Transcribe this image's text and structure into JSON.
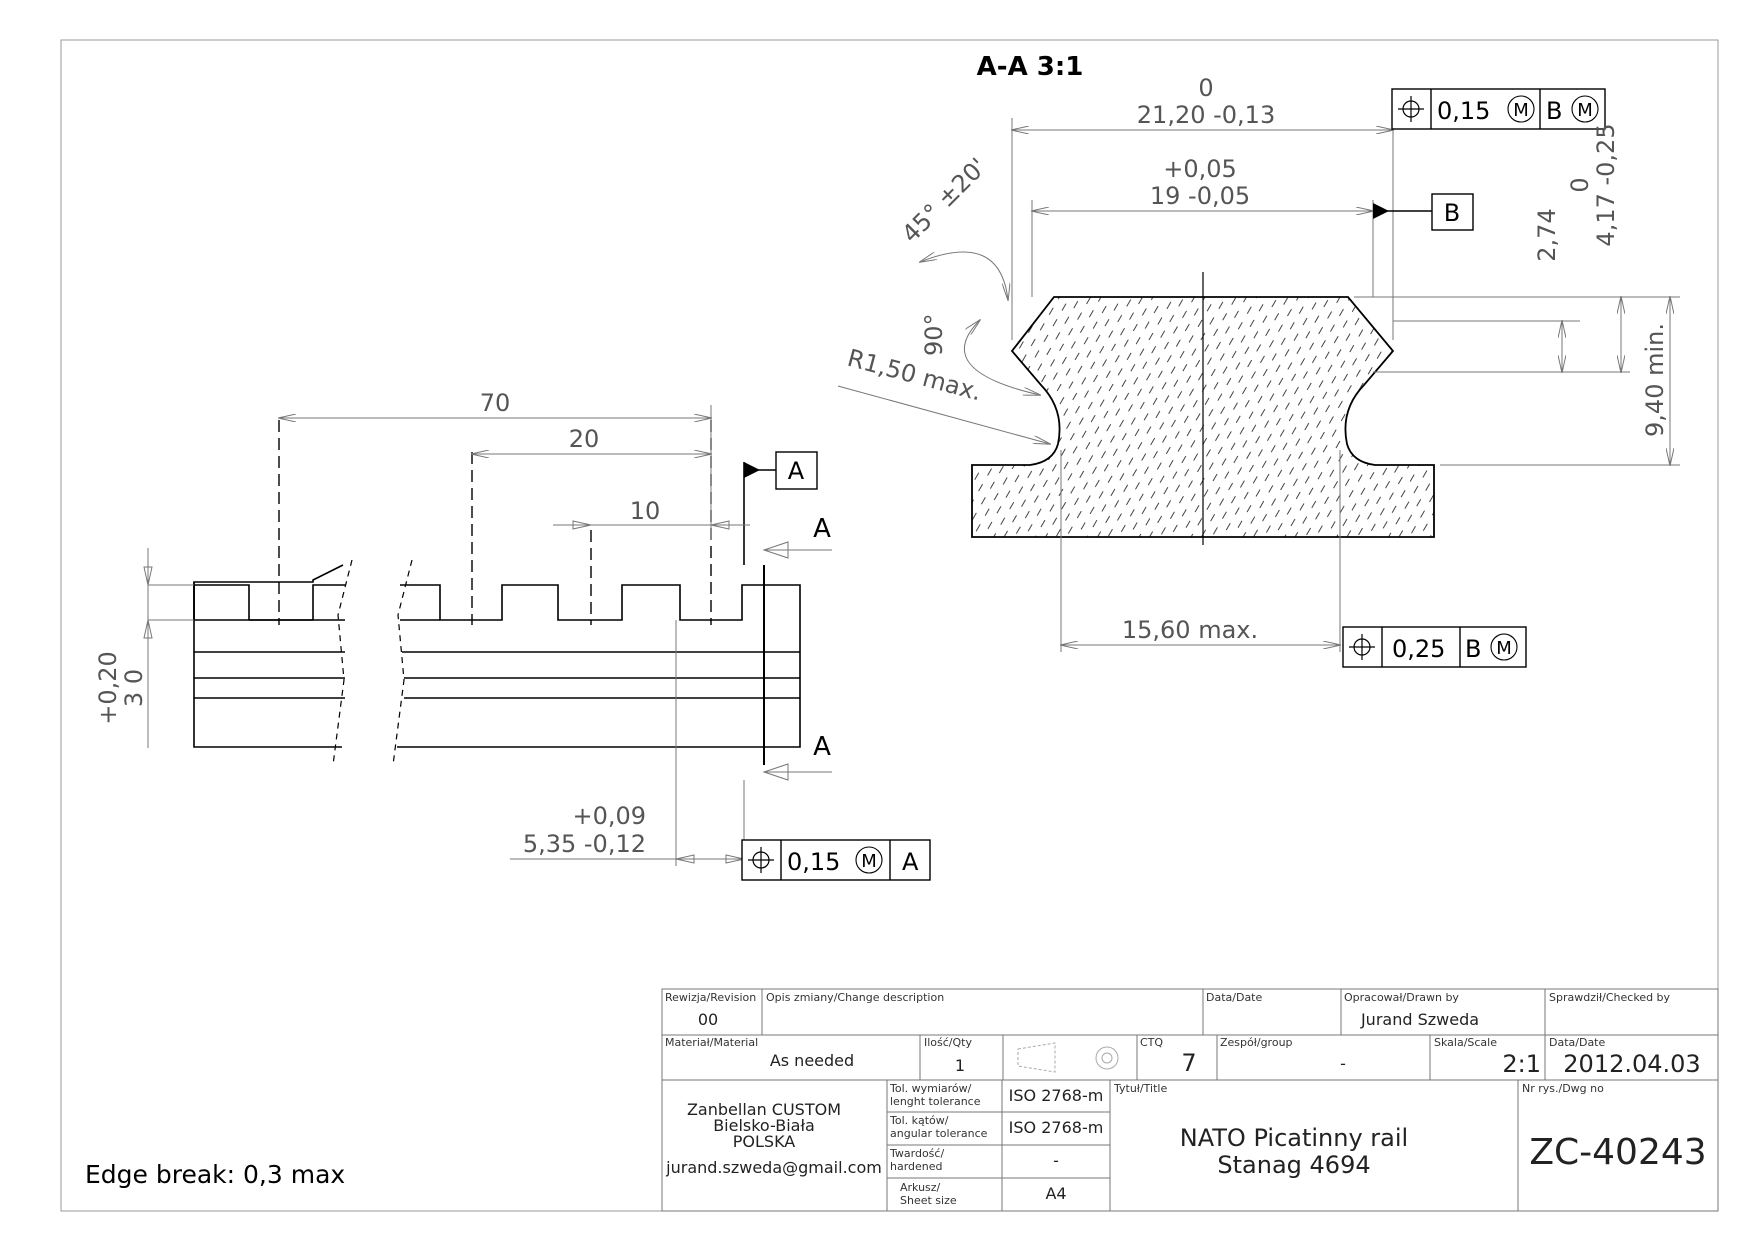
{
  "section_title": "A-A 3:1",
  "datums": {
    "a": "A",
    "b": "B"
  },
  "dims": {
    "d70": "70",
    "d20": "20",
    "d10": "10",
    "h3_upper": "+0,20",
    "h3_lower": "3  0",
    "d535_upper": "+0,09",
    "d535_lower": "5,35 -0,12",
    "w2120_upper": "0",
    "w2120_lower": "21,20 -0,13",
    "w19_upper": "+0,05",
    "w19_lower": "19  -0,05",
    "angle45": "45° ±20'",
    "angle90": "90°",
    "radius": "R1,50 max.",
    "d274": "2,74",
    "d417_upper": "0",
    "d417_lower": "4,17 -0,25",
    "d940": "9,40 min.",
    "d1560": "15,60 max."
  },
  "fcf": {
    "top_value": "0,15",
    "top_datum": "B",
    "bottom_value": "0,25",
    "bottom_datum": "B",
    "left_value": "0,15",
    "left_datum": "A",
    "modifier": "M"
  },
  "note": "Edge break: 0,3 max",
  "title_block": {
    "revision_label": "Rewizja/Revision",
    "revision_value": "00",
    "change_label": "Opis zmiany/Change description",
    "date_label": "Data/Date",
    "drawn_label": "Opracował/Drawn by",
    "drawn_value": "Jurand Szweda",
    "checked_label": "Sprawdził/Checked by",
    "material_label": "Materiał/Material",
    "material_value": "As needed",
    "qty_label": "Ilość/Qty",
    "qty_value": "1",
    "ctq_label": "CTQ",
    "ctq_value": "7",
    "group_label": "Zespół/group",
    "group_value": "-",
    "scale_label": "Skala/Scale",
    "scale_value": "2:1",
    "date2_label": "Data/Date",
    "date2_value": "2012.04.03",
    "company_line1": "Zanbellan CUSTOM",
    "company_line2": "Bielsko-Biała",
    "company_line3": "POLSKA",
    "company_email": "jurand.szweda@gmail.com",
    "len_tol_label1": "Tol. wymiarów/",
    "len_tol_label2": "lenght tolerance",
    "len_tol_value": "ISO 2768-m",
    "ang_tol_label1": "Tol. kątów/",
    "ang_tol_label2": "angular tolerance",
    "ang_tol_value": "ISO 2768-m",
    "hard_label1": "Twardość/",
    "hard_label2": "hardened",
    "hard_value": "-",
    "sheet_label1": "Arkusz/",
    "sheet_label2": "Sheet size",
    "sheet_value": "A4",
    "title_label": "Tytuł/Title",
    "title_line1": "NATO Picatinny rail",
    "title_line2": "Stanag 4694",
    "dwg_label": "Nr rys./Dwg no",
    "dwg_value": "ZC-40243"
  }
}
